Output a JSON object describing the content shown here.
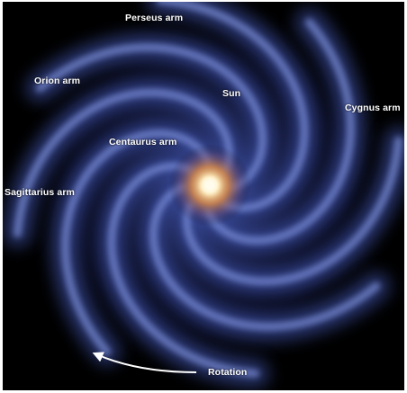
{
  "labels": {
    "perseus": "Perseus arm",
    "orion": "Orion arm",
    "sun": "Sun",
    "cygnus": "Cygnus arm",
    "centaurus": "Centaurus arm",
    "sagittarius": "Sagittarius arm",
    "rotation": "Rotation"
  },
  "colors": {
    "background": "#000000",
    "arm": "#4b62c8",
    "arm_highlight": "#8fa3f0",
    "core_center": "#fff2c8",
    "core_outer": "#c8683a",
    "text": "#ffffff",
    "arrow": "#ffffff"
  }
}
